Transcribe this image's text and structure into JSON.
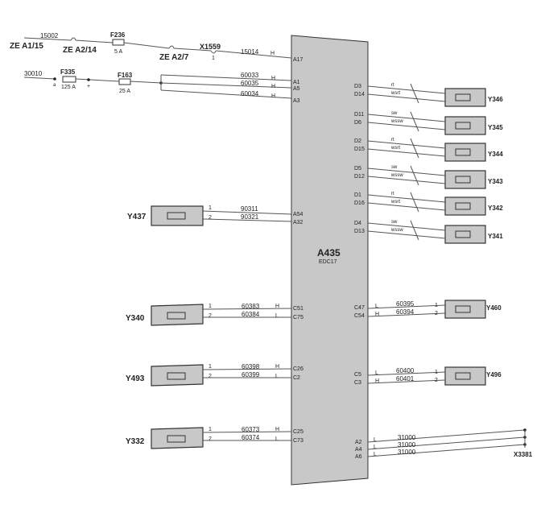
{
  "ecu": {
    "name": "A435",
    "model": "EDC17"
  },
  "supply": {
    "connectors": [
      "ZE A1/15",
      "ZE A2/14",
      "ZE A2/7"
    ],
    "top_wire": "15002",
    "f236": {
      "name": "F236",
      "rating": "5 A"
    },
    "x1559": {
      "name": "X1559",
      "pin": "1"
    },
    "w15014": "15014",
    "w30010": "30010",
    "f335": {
      "name": "F335",
      "rating": "125 A",
      "a_label": "a",
      "plus_label": "+"
    },
    "f163": {
      "name": "F163",
      "rating": "25 A"
    }
  },
  "supply_wires": [
    {
      "wire": "15014",
      "dir": "H",
      "pin": "A17"
    },
    {
      "wire": "60033",
      "dir": "H",
      "pin": "A1"
    },
    {
      "wire": "60035",
      "dir": "H",
      "pin": "A5"
    },
    {
      "wire": "60034",
      "dir": "H",
      "pin": "A3"
    }
  ],
  "y437": {
    "name": "Y437",
    "pins": [
      "1",
      "2"
    ],
    "wires": [
      "90311",
      "90321"
    ],
    "ecu_pins": [
      "A54",
      "A32"
    ]
  },
  "left_valves": [
    {
      "name": "Y340",
      "wires": [
        "60383",
        "60384"
      ],
      "dirs": [
        "H",
        "L"
      ],
      "ecu_pins": [
        "C51",
        "C75"
      ],
      "pins": [
        "1",
        "2"
      ]
    },
    {
      "name": "Y493",
      "wires": [
        "60398",
        "60399"
      ],
      "dirs": [
        "H",
        "L"
      ],
      "ecu_pins": [
        "C26",
        "C2"
      ],
      "pins": [
        "1",
        "2"
      ]
    },
    {
      "name": "Y332",
      "wires": [
        "60373",
        "60374"
      ],
      "dirs": [
        "H",
        "L"
      ],
      "ecu_pins": [
        "C25",
        "C73"
      ],
      "pins": [
        "1",
        "2"
      ]
    }
  ],
  "right_valves": [
    {
      "name": "Y346",
      "pins": [
        "D3",
        "D14"
      ],
      "colors": [
        "rt",
        "wsrt"
      ]
    },
    {
      "name": "Y345",
      "pins": [
        "D11",
        "D6"
      ],
      "colors": [
        "sw",
        "wssw"
      ]
    },
    {
      "name": "Y344",
      "pins": [
        "D2",
        "D15"
      ],
      "colors": [
        "rt",
        "wsrt"
      ]
    },
    {
      "name": "Y343",
      "pins": [
        "D5",
        "D12"
      ],
      "colors": [
        "sw",
        "wssw"
      ]
    },
    {
      "name": "Y342",
      "pins": [
        "D1",
        "D16"
      ],
      "colors": [
        "rt",
        "wsrt"
      ]
    },
    {
      "name": "Y341",
      "pins": [
        "D4",
        "D13"
      ],
      "colors": [
        "sw",
        "wssw"
      ]
    }
  ],
  "right_lower": [
    {
      "name": "Y460",
      "ecu_pins": [
        "C47",
        "C54"
      ],
      "dirs": [
        "L",
        "H"
      ],
      "wires": [
        "60395",
        "60394"
      ],
      "pins": [
        "1",
        "2"
      ]
    },
    {
      "name": "Y496",
      "ecu_pins": [
        "C5",
        "C3"
      ],
      "dirs": [
        "L",
        "H"
      ],
      "wires": [
        "60400",
        "60401"
      ],
      "pins": [
        "1",
        "2"
      ]
    }
  ],
  "ground": {
    "connector": "X3381",
    "lines": [
      {
        "pin": "A2",
        "dir": "L",
        "wire": "31000"
      },
      {
        "pin": "A4",
        "dir": "L",
        "wire": "31000"
      },
      {
        "pin": "A6",
        "dir": "L",
        "wire": "31000"
      }
    ]
  }
}
